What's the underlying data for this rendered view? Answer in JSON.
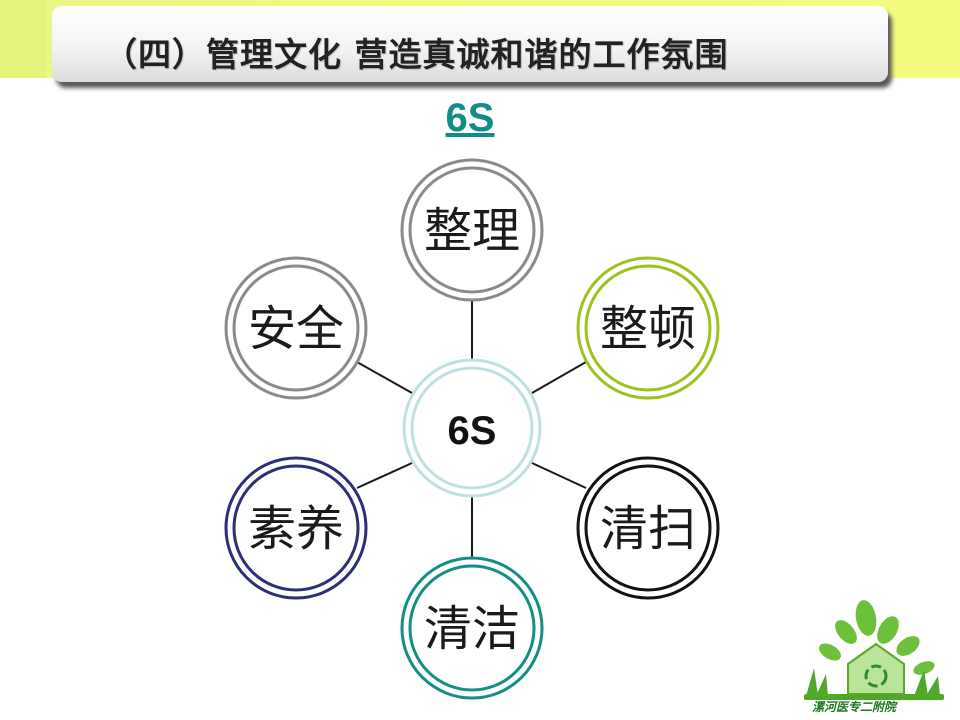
{
  "header": {
    "title": "（四）管理文化  营造真诚和谐的工作氛围"
  },
  "subtitle": "6S",
  "diagram": {
    "center": "6S",
    "nodes": [
      {
        "label": "整理",
        "color": "#8a8a8a"
      },
      {
        "label": "整顿",
        "color": "#9ac31c"
      },
      {
        "label": "清扫",
        "color": "#111111"
      },
      {
        "label": "清洁",
        "color": "#138f85"
      },
      {
        "label": "素养",
        "color": "#2b2f7a"
      },
      {
        "label": "安全",
        "color": "#8a8a8a"
      }
    ]
  },
  "logo": {
    "text": "漯河医专二附院"
  }
}
